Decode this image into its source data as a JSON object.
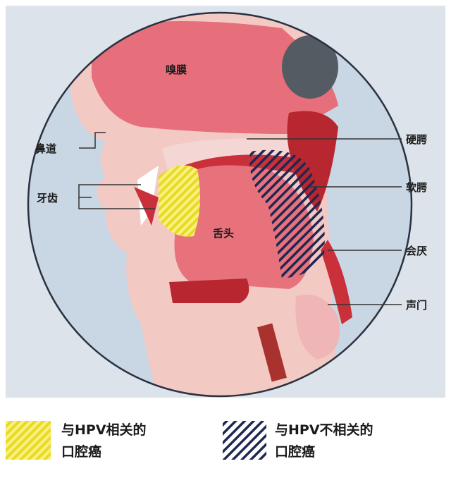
{
  "diagram": {
    "labels": {
      "olfactory": "嗅膜",
      "nasal_passage": "鼻道",
      "teeth": "牙齿",
      "tongue": "舌头",
      "hard_palate": "硬腭",
      "soft_palate": "软腭",
      "epiglottis": "会厌",
      "glottis": "声门"
    },
    "colors": {
      "background": "#dde3ea",
      "tissue_red": "#c9303a",
      "tissue_pink": "#e7727c",
      "skin": "#f3c9c4",
      "hpv_hatch": "#f2e83a",
      "non_hpv_hatch": "#1f2752"
    }
  },
  "legend": [
    {
      "line1": "与HPV相关的",
      "line2": "口腔癌",
      "color": "#f2e83a"
    },
    {
      "line1": "与HPV不相关的",
      "line2": "口腔癌",
      "color": "#1f2752"
    }
  ]
}
